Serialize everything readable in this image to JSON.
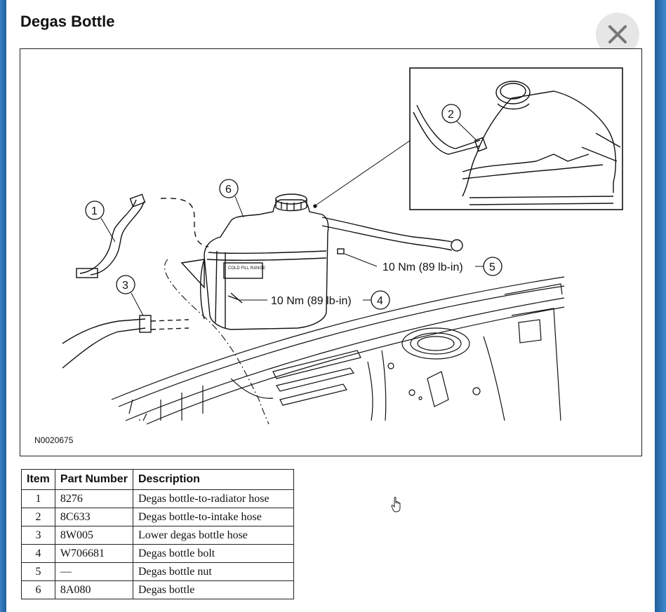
{
  "title": "Degas Bottle",
  "close_icon": "close-x-icon",
  "figure": {
    "id": "N0020675",
    "callouts": [
      "1",
      "2",
      "3",
      "4",
      "5",
      "6"
    ],
    "torque_labels": {
      "item4": "10 Nm (89 lb-in)",
      "item5": "10 Nm (89 lb-in)"
    },
    "bottle_label": "COLD FILL RANGE"
  },
  "table": {
    "headers": [
      "Item",
      "Part Number",
      "Description"
    ],
    "rows": [
      [
        "1",
        "8276",
        "Degas bottle-to-radiator hose"
      ],
      [
        "2",
        "8C633",
        "Degas bottle-to-intake hose"
      ],
      [
        "3",
        "8W005",
        "Lower degas bottle hose"
      ],
      [
        "4",
        "W706681",
        "Degas bottle bolt"
      ],
      [
        "5",
        "—",
        "Degas bottle nut"
      ],
      [
        "6",
        "8A080",
        "Degas bottle"
      ]
    ]
  },
  "cursor_icon": "hand-pointer-icon"
}
